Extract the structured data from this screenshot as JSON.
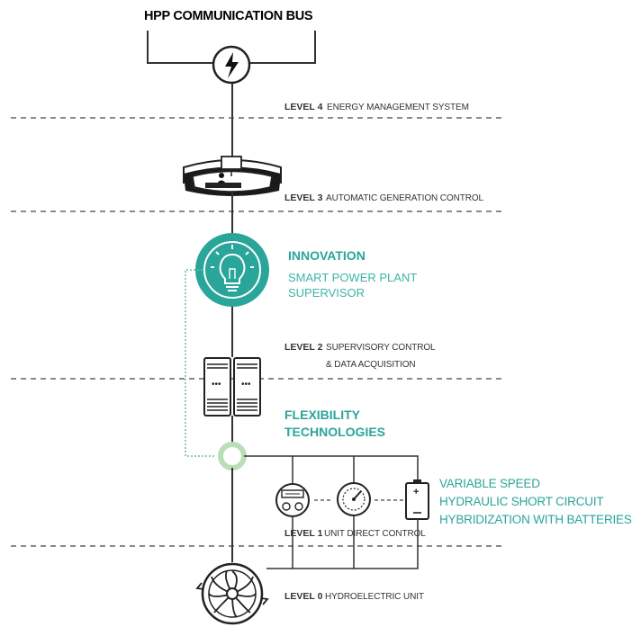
{
  "title": "HPP COMMUNICATION BUS",
  "levels": [
    {
      "num": "LEVEL 4",
      "text": "ENERGY MANAGEMENT SYSTEM"
    },
    {
      "num": "LEVEL 3",
      "text": "AUTOMATIC GENERATION CONTROL"
    },
    {
      "num": "LEVEL 2",
      "text": "SUPERVISORY CONTROL",
      "text2": "& DATA ACQUISITION"
    },
    {
      "num": "LEVEL 1",
      "text": "UNIT DIRECT CONTROL"
    },
    {
      "num": "LEVEL 0",
      "text": "HYDROELECTRIC UNIT"
    }
  ],
  "innovation": {
    "heading": "INNOVATION",
    "line1": "SMART POWER PLANT",
    "line2": "SUPERVISOR"
  },
  "flexibility": {
    "line1": "FLEXIBILITY",
    "line2": "TECHNOLOGIES"
  },
  "technologies": [
    "VARIABLE SPEED",
    "HYDRAULIC SHORT CIRCUIT",
    "HYBRIDIZATION WITH BATTERIES"
  ],
  "icons": {
    "bus": "lightning-icon",
    "control-room": "control-room-icon",
    "innovation": "lightbulb-icon",
    "scada": "server-rack-icon",
    "flex-node": "ring-node-icon",
    "speed": "meter-icon",
    "hydraulic": "gauge-icon",
    "battery": "battery-icon",
    "turbine": "turbine-icon"
  },
  "colors": {
    "accent": "#2aa59a",
    "accent_light": "#3fb4a8",
    "line": "#333333",
    "ring": "#b9dfb7"
  }
}
